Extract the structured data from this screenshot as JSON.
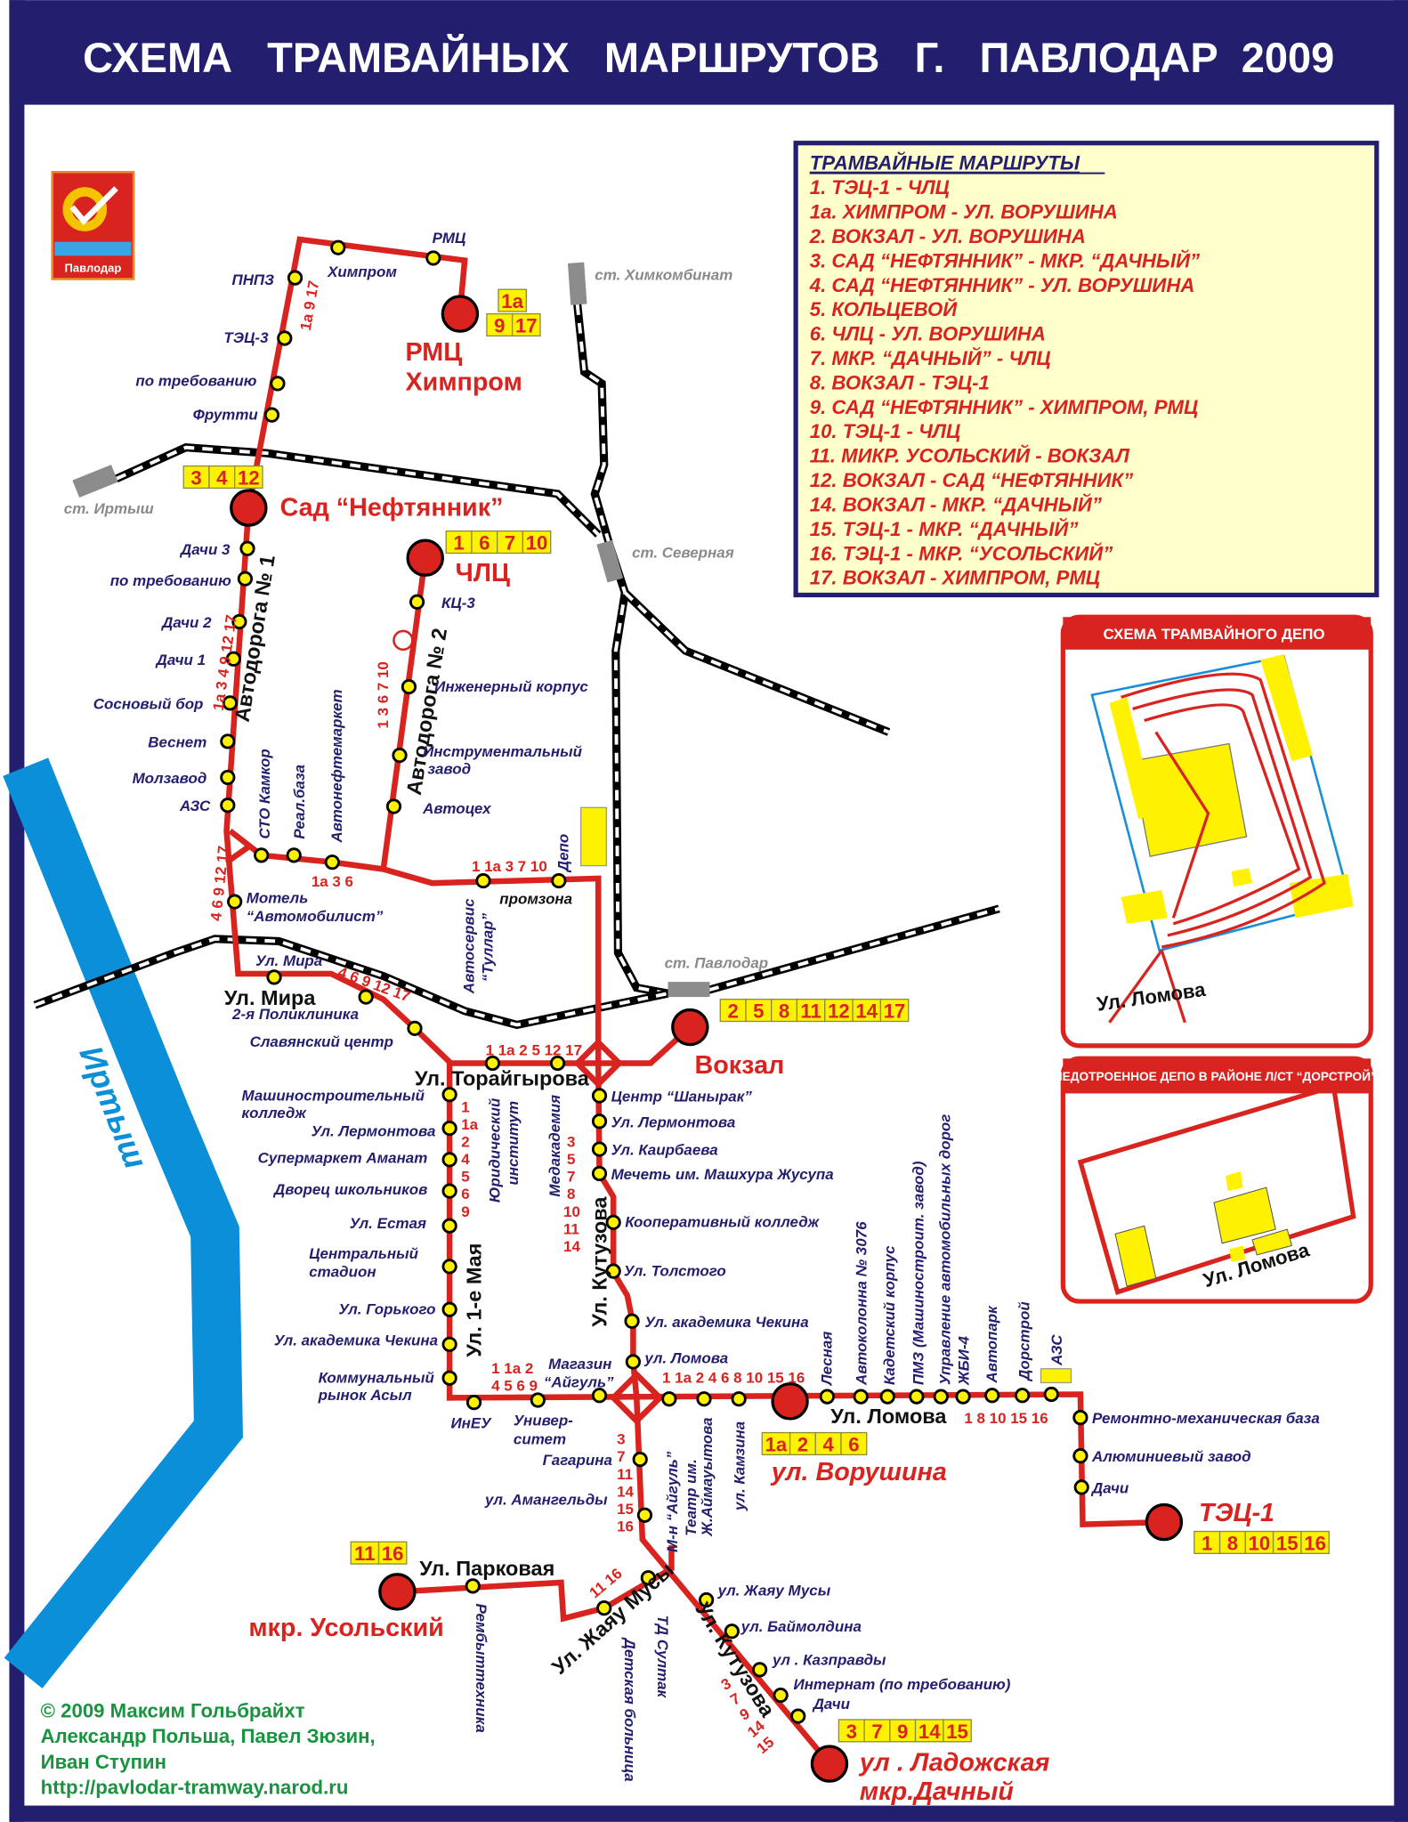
{
  "title": "СХЕМА   ТРАМВАЙНЫХ   МАРШРУТОВ   Г.   ПАВЛОДАР  2009",
  "logo_text": "Павлодар",
  "river": "Иртыш",
  "colors": {
    "frame": "#231f6e",
    "line": "#d8231f",
    "stop": "#fff200",
    "river": "#0a8fd8",
    "legend_bg": "#ffffcc",
    "credits": "#1a9340"
  },
  "legend": {
    "title": "ТРАМВАЙНЫЕ МАРШРУТЫ",
    "routes": [
      "1.  ТЭЦ-1 - ЧЛЦ",
      "1а. ХИМПРОМ - УЛ. ВОРУШИНА",
      "2. ВОКЗАЛ - УЛ. ВОРУШИНА",
      "3. САД “НЕФТЯННИК” - МКР. “ДАЧНЫЙ”",
      "4. САД “НЕФТЯННИК” - УЛ. ВОРУШИНА",
      "5. КОЛЬЦЕВОЙ",
      "6. ЧЛЦ - УЛ. ВОРУШИНА",
      "7. МКР. “ДАЧНЫЙ” - ЧЛЦ",
      "8.  ВОКЗАЛ - ТЭЦ-1",
      "9. САД “НЕФТЯННИК” - ХИМПРОМ, РМЦ",
      "10. ТЭЦ-1 - ЧЛЦ",
      "11. МИКР. УСОЛЬСКИЙ - ВОКЗАЛ",
      "12. ВОКЗАЛ -  САД “НЕФТЯННИК”",
      "14. ВОКЗАЛ - МКР. “ДАЧНЫЙ”",
      "15. ТЭЦ-1 - МКР. “ДАЧНЫЙ”",
      "16. ТЭЦ-1 - МКР. “УСОЛЬСКИЙ”",
      "17. ВОКЗАЛ - ХИМПРОМ, РМЦ"
    ]
  },
  "terminals": {
    "rmc": [
      "РМЦ",
      "Химпром"
    ],
    "sad": "Сад “Нефтянник”",
    "chlc": "ЧЛЦ",
    "vokzal": "Вокзал",
    "vorushina": "ул. Ворушина",
    "tec1": "ТЭЦ-1",
    "usolsky": "мкр. Усольский",
    "ladozhskaya": [
      "ул . Ладожская",
      "мкр.Дачный"
    ]
  },
  "badges": {
    "rmc_top": [
      "1а"
    ],
    "rmc": [
      "9",
      "17"
    ],
    "sad": [
      "3",
      "4",
      "12"
    ],
    "chlc": [
      "1",
      "6",
      "7",
      "10"
    ],
    "vokzal": [
      "2",
      "5",
      "8",
      "11",
      "12",
      "14",
      "17"
    ],
    "vorushina": [
      "1а",
      "2",
      "4",
      "6"
    ],
    "tec1": [
      "1",
      "8",
      "10",
      "15",
      "16"
    ],
    "usolsky": [
      "11",
      "16"
    ],
    "ladozhskaya": [
      "3",
      "7",
      "9",
      "14",
      "15"
    ]
  },
  "streets": {
    "avtodoroga1": "Автодорога № 1",
    "avtodoroga2": "Автодорога № 2",
    "mira": "Ул. Мира",
    "toraigyrova": "Ул. Торайгырова",
    "pervomaya": "Ул. 1-е Мая",
    "kutuzova": "Ул. Кутузова",
    "lomova": "Ул. Ломова",
    "parkovaya": "Ул. Парковая",
    "zhayau_musy": "Ул. Жаяу Мусы",
    "kutuzova_south": "Ул. Кутузова",
    "promzona": "промзона"
  },
  "stations": {
    "khimkombinat": "ст. Химкомбинат",
    "irtysh": "ст. Иртыш",
    "severnaya": "ст. Северная",
    "pavlodar": "ст. Павлодар"
  },
  "stops": {
    "pnpz": "ПНПЗ",
    "khimprom": "Химпром",
    "rmc": "РМЦ",
    "tec3": "ТЭЦ-3",
    "po_treb1": "по требованию",
    "frutti": "Фрутти",
    "dachi3": "Дачи 3",
    "po_treb2": "по требованию",
    "dachi2": "Дачи 2",
    "dachi1": "Дачи 1",
    "sosnovy": "Сосновый бор",
    "vesnet": "Веснет",
    "molzavod": "Молзавод",
    "azs1": "АЗС",
    "sto": "СТО Камкор",
    "realbaza": "Реал.база",
    "avtoneft": "Автонефтемаркет",
    "motel": [
      "Мотель",
      "“Автомобилист”"
    ],
    "kc3": "КЦ-3",
    "inzh": "Инженерный корпус",
    "instr": [
      "Инструментальный",
      "завод"
    ],
    "avtoceh": "Автоцех",
    "depo": "Депо",
    "avtoservis": [
      "Автосервис",
      "“Туллар”"
    ],
    "mira": "Ул. Мира",
    "poliklinika": "2-я Поликлиника",
    "slav": "Славянский центр",
    "mashcol": [
      "Машиностроительный",
      "колледж"
    ],
    "lermontova1": "Ул. Лермонтова",
    "amanat": "Супермаркет Аманат",
    "dvorec": "Дворец школьников",
    "estaya": "Ул. Естая",
    "stadion": [
      "Центральный",
      "стадион"
    ],
    "gorkogo": "Ул. Горького",
    "chekina1": "Ул. академика Чекина",
    "rynok": [
      "Коммунальный",
      "рынок Асыл"
    ],
    "yurid": [
      "Юридический",
      "институт"
    ],
    "medakad": "Медакадемия",
    "shanyrak": "Центр “Шанырак”",
    "lermontova2": "Ул. Лермонтова",
    "kairbaeva": "Ул. Каирбаева",
    "mechet": "Мечеть им. Машхура Жусупа",
    "koop": "Кооперативный колледж",
    "tolstogo": "Ул. Толстого",
    "chekina2": "Ул. академика Чекина",
    "lomova": "ул. Ломова",
    "ineu": "ИнЕУ",
    "univer": [
      "Универ-",
      "ситет"
    ],
    "aigul": [
      "Магазин",
      "“Айгуль”"
    ],
    "mn_aigul": "М-н “Айгуль”",
    "teatr": [
      "Театр им.",
      "Ж.Аймауытова"
    ],
    "kamzina": "ул. Камзина",
    "lesnaya": "Лесная",
    "avtokolonna": "Автоколонна № 3076",
    "kadet": "Кадетский корпус",
    "pmz": "ПМЗ (Машиностроит. завод)",
    "upravlenie": "Управление автомобильных дорог",
    "zhbi": "ЖБИ-4",
    "avtopark": "Автопарк",
    "dorstroy": "Дорстрой",
    "azs2": "АЗС",
    "remont": "Ремонтно-механическая база",
    "alum": "Алюминиевый завод",
    "dachi_tec": "Дачи",
    "gagarina": "Гагарина",
    "amangeldy": "ул. Амангельды",
    "zhayau": "ул. Жаяу Мусы",
    "baimoldina": "ул. Баймолдина",
    "kazpravdy": "ул . Казправды",
    "internat": "Интернат (по требованию)",
    "dachi_s": "Дачи",
    "rembyt": "Рембыттехника",
    "detskaya": "Детская больница",
    "sultak": "ТД Султак"
  },
  "route_labels": {
    "top": "1а 9 17",
    "av1": "1а 3 4 9 12 17",
    "av1_south": "4 6 9 12 17",
    "branch": "1а 3 6",
    "av2": "1 3 6 7 10",
    "promzona": "1 1а 3 7 10",
    "mira": "4 6 9 12 17",
    "toraigyrova": "1 1а 2 5 12 17",
    "pervomaya": [
      "1",
      "1а",
      "2",
      "4",
      "5",
      "6",
      "9"
    ],
    "kutuzova": [
      "3",
      "5",
      "7",
      "8",
      "10",
      "11",
      "14"
    ],
    "pervomaya_south": [
      "1 1а 2",
      "4 5 6 9"
    ],
    "lomova_west": "1 1а 2 4 6 8 10 15 16",
    "lomova_east": "1 8 10 15 16",
    "south": [
      "3",
      "7",
      "11",
      "14",
      "15",
      "16"
    ],
    "usolsky": "11 16",
    "kutuzova_south": [
      "3",
      "7",
      "9",
      "14",
      "15"
    ]
  },
  "depot1": {
    "title": "СХЕМА ТРАМВАЙНОГО ДЕПО",
    "street": "Ул. Ломова"
  },
  "depot2": {
    "title": "НЕДОТРОЕННОЕ ДЕПО В РАЙОНЕ Л/СТ “ДОРСТРОЙ”",
    "street": "Ул. Ломова"
  },
  "credits": [
    "© 2009 Максим Гольбрайхт",
    "Александр Польша, Павел Зюзин,",
    "Иван Ступин",
    "http://pavlodar-tramway.narod.ru"
  ]
}
